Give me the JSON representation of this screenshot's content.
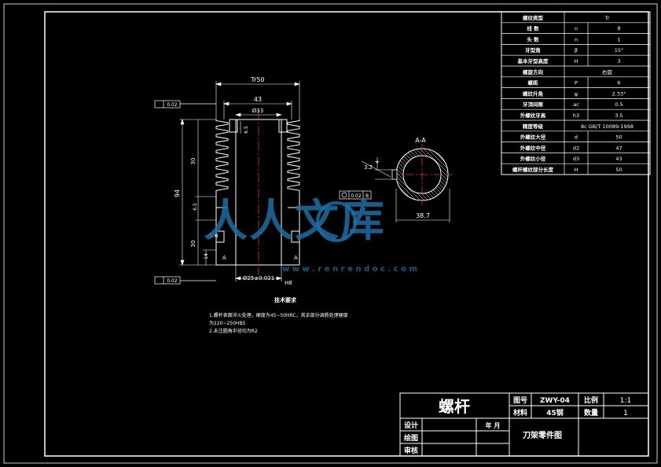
{
  "params_table": [
    {
      "name": "螺纹类型",
      "symbol": "",
      "value": "Tr"
    },
    {
      "name": "线 数",
      "symbol": "n",
      "value": "θ"
    },
    {
      "name": "头 数",
      "symbol": "n",
      "value": "1"
    },
    {
      "name": "牙型角",
      "symbol": "β",
      "value": "15°"
    },
    {
      "name": "基本牙型高度",
      "symbol": "H",
      "value": "3"
    },
    {
      "name": "螺旋方向",
      "symbol": "",
      "value": "右旋"
    },
    {
      "name": "螺距",
      "symbol": "P",
      "value": "6"
    },
    {
      "name": "螺纹升角",
      "symbol": "ψ",
      "value": "2.33°"
    },
    {
      "name": "牙顶间隙",
      "symbol": "ac",
      "value": "0.5"
    },
    {
      "name": "外螺纹牙高",
      "symbol": "h3",
      "value": "3.5"
    },
    {
      "name": "精度等级",
      "symbol": "",
      "value": "8c GB/T 10089-1998"
    },
    {
      "name": "外螺纹大径",
      "symbol": "d",
      "value": "50"
    },
    {
      "name": "外螺纹中径",
      "symbol": "d2",
      "value": "47"
    },
    {
      "name": "外螺纹小径",
      "symbol": "d3",
      "value": "43"
    },
    {
      "name": "螺杆螺纹部分长度",
      "symbol": "H",
      "value": "50"
    }
  ],
  "dimensions": {
    "tr50": "Tr50",
    "d43": "43",
    "d33": "Ø33",
    "d5": "6.5",
    "d94": "94",
    "d30a": "30",
    "d30b": "30",
    "d6": "6.5",
    "d16": "1.6",
    "d14": "14",
    "bore": "Ø25±0.021",
    "h8": "H8",
    "tol1": "0.02",
    "tol2": "0.02",
    "tol_runout": "0.02",
    "tol_runout_ref": "B",
    "section_label": "A-A",
    "sec_dim1": "3.2",
    "sec_dim2": "4",
    "sec_dia": "38.7",
    "sec_a1": "A",
    "sec_a2": "A"
  },
  "notes": {
    "title": "技术要求",
    "line1": "1.螺杆表面淬火处理，硬度为45~50HRC，其余部分调质处理硬度",
    "line2": "为220~250HBS",
    "line3": "2.未注圆角半径均为R2"
  },
  "watermark": {
    "text": "人人文库",
    "url": "w w w . r e n r e n d o c . c o m"
  },
  "title_block": {
    "part_name": "螺杆",
    "drawing_no_label": "图号",
    "drawing_no": "ZWY-04",
    "scale_label": "比例",
    "scale": "1:1",
    "material_label": "材料",
    "material": "45钢",
    "qty_label": "数量",
    "qty": "1",
    "design_label": "设计",
    "date_label": "年 月",
    "draw_label": "绘图",
    "review_label": "审核",
    "assembly": "刀架零件图"
  }
}
